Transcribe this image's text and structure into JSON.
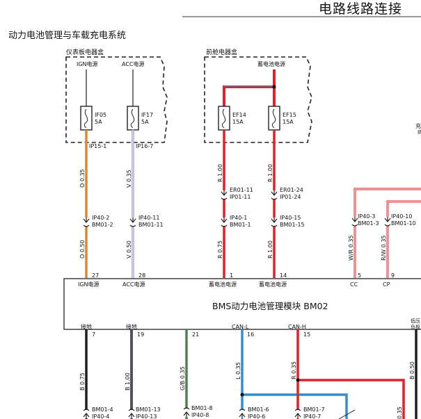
{
  "header": {
    "title": "电路线路连接"
  },
  "section_title": "动力电池管理与车载充电系统",
  "boxes": {
    "dash": "仪表板电器盒",
    "front": "前舱电器盒"
  },
  "sources": {
    "ign": "IGN电源",
    "acc": "ACC电源",
    "bat": "蓄电池电源"
  },
  "fuses": [
    {
      "id": "IF05",
      "rating": "5A"
    },
    {
      "id": "IF17",
      "rating": "5A"
    },
    {
      "id": "EF14",
      "rating": "15A"
    },
    {
      "id": "EF15",
      "rating": "15A"
    }
  ],
  "connectors_top": {
    "if15": "IP15-1",
    "if16": "IP16-7"
  },
  "wires": {
    "w1": "O 0.35",
    "w2": "V 0.35",
    "w3": "R 1.00",
    "w4": "R 1.00",
    "w5": "O 0.50",
    "w6": "V 0.50",
    "w7": "R 0.75",
    "w8": "R 1.00",
    "w9": "W/R 0.35",
    "w10": "R/W 0.35",
    "w11": "B 0.75",
    "w12": "B 1.00",
    "w13": "G/B 0.35",
    "w14": "L 0.35",
    "w15": "R 0.35",
    "w16": "B 0.50",
    "w17": "0.35"
  },
  "conn_pairs": [
    {
      "a": "ER01-11",
      "b": "IP01-11"
    },
    {
      "a": "ER01-24",
      "b": "IP01-24"
    },
    {
      "a": "IP40-2",
      "b": "BM01-2"
    },
    {
      "a": "IP40-11",
      "b": "BM01-11"
    },
    {
      "a": "IP40-1",
      "b": "BM01-1"
    },
    {
      "a": "IP40-15",
      "b": "BM01-15"
    },
    {
      "a": "IP40-3",
      "b": "BM01-3"
    },
    {
      "a": "IP40-10",
      "b": "BM01-10"
    },
    {
      "a": "BM01-4",
      "b": "IP40-4"
    },
    {
      "a": "BM01-13",
      "b": "IP40-13"
    },
    {
      "a": "BM01-8",
      "b": "IP40-8"
    },
    {
      "a": "BM01-6",
      "b": "IP40-6"
    },
    {
      "a": "BM01-7",
      "b": "IP40-7"
    }
  ],
  "module": {
    "title": "BMS动力电池管理模块 BM02",
    "pins_top": [
      "27",
      "28",
      "1",
      "14",
      "5",
      "9"
    ],
    "labels_top": [
      "IGN电源",
      "ACC电源",
      "蓄电池电源",
      "蓄电池电源",
      "CC",
      "CP"
    ],
    "pins_bottom": [
      "7",
      "19",
      "21",
      "16",
      "15"
    ],
    "labels_bottom": [
      "接地",
      "接地",
      "CAN-L",
      "CAN-H"
    ],
    "right_label_1": "低压",
    "right_label_2": "负极"
  },
  "right_edge": {
    "t1": "充",
    "t2": "IF"
  },
  "colors": {
    "orange": "#d98a2b",
    "violet": "#9a9ac8",
    "red": "#e0232a",
    "blue": "#2f8fd0",
    "black": "#1e1e1e",
    "green": "#4f7f55",
    "gray": "#555555"
  }
}
